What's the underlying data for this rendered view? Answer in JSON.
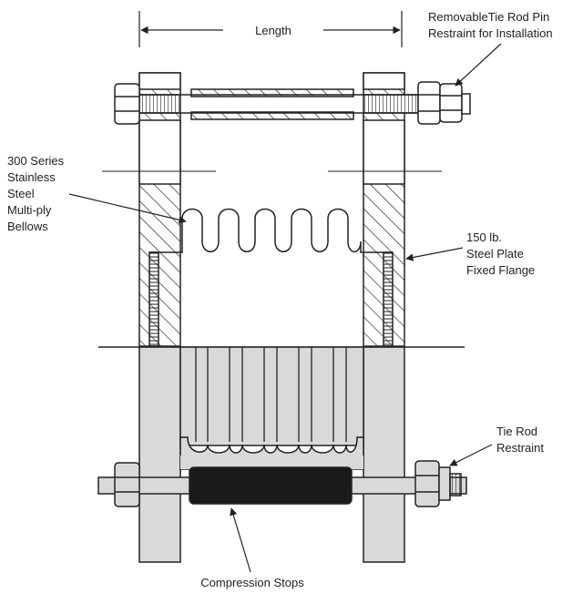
{
  "labels": {
    "length": "Length",
    "tie_rod_pin_1": "RemovableTie Rod Pin",
    "tie_rod_pin_2": "Restraint for Installation",
    "bellows_1": "300 Series",
    "bellows_2": "Stainless",
    "bellows_3": "Steel",
    "bellows_4": "Multi-ply",
    "bellows_5": "Bellows",
    "flange_1": "150 lb.",
    "flange_2": "Steel Plate",
    "flange_3": "Fixed Flange",
    "tie_rod_restraint_1": "Tie Rod",
    "tie_rod_restraint_2": "Restraint",
    "compression_stops": "Compression Stops"
  },
  "colors": {
    "line": "#222222",
    "fill_gray": "#d9d9d9",
    "fill_dark": "#1a1a1a",
    "background": "#ffffff"
  }
}
